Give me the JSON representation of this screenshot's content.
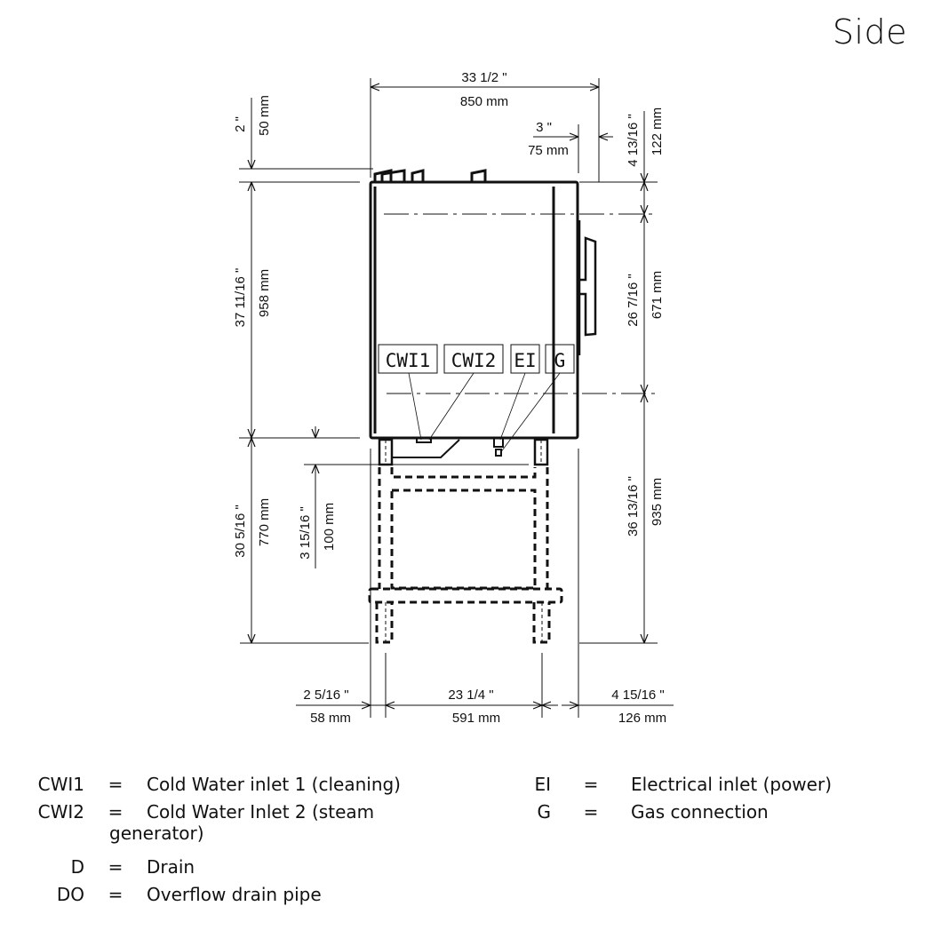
{
  "view_title": "Side",
  "dimensions": {
    "overall_width": {
      "imperial": "33  1/2 \"",
      "metric": "850 mm"
    },
    "rear_offset": {
      "imperial": "3 \"",
      "metric": "75 mm"
    },
    "top_connectors_height": {
      "imperial": "2 \"",
      "metric": "50 mm"
    },
    "body_height": {
      "imperial": "37  11/16 \"",
      "metric": "958 mm"
    },
    "top_to_upper_axis": {
      "imperial": "4  13/16 \"",
      "metric": "122 mm"
    },
    "axis_spacing": {
      "imperial": "26  7/16 \"",
      "metric": "671 mm"
    },
    "lower_axis_to_floor": {
      "imperial": "36  13/16 \"",
      "metric": "935 mm"
    },
    "stand_height": {
      "imperial": "30  5/16 \"",
      "metric": "770 mm"
    },
    "foot_height": {
      "imperial": "3  15/16 \"",
      "metric": "100 mm"
    },
    "front_leg_offset": {
      "imperial": "2  5/16 \"",
      "metric": "58 mm"
    },
    "leg_spacing": {
      "imperial": "23  1/4 \"",
      "metric": "591 mm"
    },
    "rear_leg_offset": {
      "imperial": "4  15/16 \"",
      "metric": "126 mm"
    }
  },
  "callouts": [
    "CWI1",
    "CWI2",
    "EI",
    "G"
  ],
  "legend": {
    "left": [
      {
        "code": "CWI1",
        "eq": "=",
        "desc": "Cold Water inlet 1 (cleaning)"
      },
      {
        "code": "CWI2",
        "eq": "=",
        "desc": "Cold Water Inlet 2 (steam",
        "desc_cont": "generator)"
      },
      {
        "code": "D",
        "eq": "=",
        "desc": "Drain"
      },
      {
        "code": "DO",
        "eq": "=",
        "desc": "Overflow drain pipe"
      }
    ],
    "right": [
      {
        "code": "EI",
        "eq": "=",
        "desc": "Electrical inlet (power)"
      },
      {
        "code": "G",
        "eq": "=",
        "desc": "Gas connection"
      }
    ]
  },
  "colors": {
    "ink": "#111111",
    "background": "#ffffff"
  }
}
